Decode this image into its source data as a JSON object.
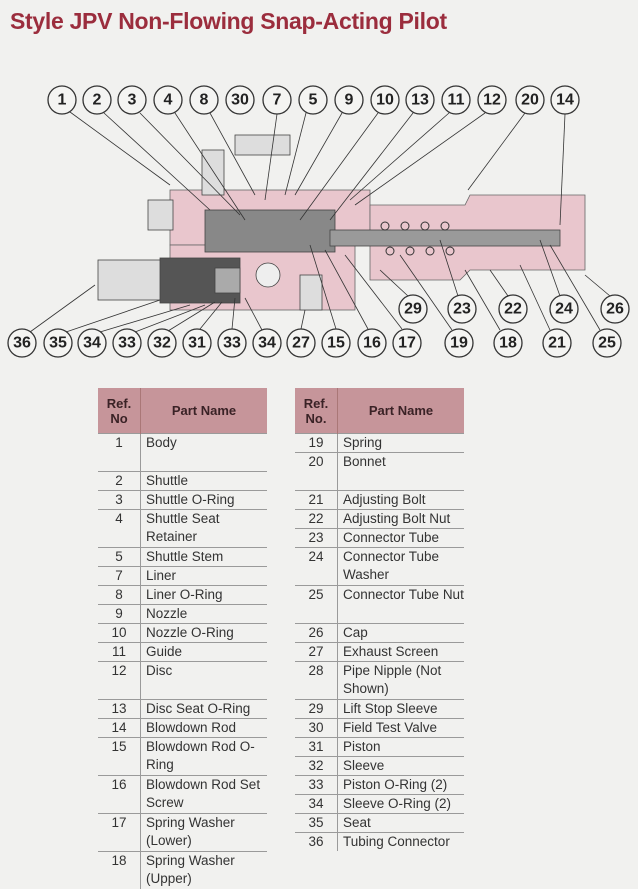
{
  "title": "Style JPV Non-Flowing Snap-Acting Pilot",
  "diagram": {
    "top_callouts": [
      "1",
      "2",
      "3",
      "4",
      "8",
      "30",
      "7",
      "5",
      "9",
      "10",
      "13",
      "11",
      "12",
      "20",
      "14"
    ],
    "middle_callouts": [
      "29",
      "23",
      "22",
      "24",
      "26"
    ],
    "bottom_callouts": [
      "36",
      "35",
      "34",
      "33",
      "32",
      "31",
      "33",
      "34",
      "27",
      "15",
      "16",
      "17",
      "19",
      "18",
      "21",
      "25"
    ]
  },
  "tables": {
    "header_ref_left": "Ref. No",
    "header_ref_right": "Ref. No.",
    "header_name": "Part Name",
    "left": [
      {
        "ref": "1",
        "name": "Body",
        "tall": true
      },
      {
        "ref": "2",
        "name": "Shuttle"
      },
      {
        "ref": "3",
        "name": "Shuttle O-Ring"
      },
      {
        "ref": "4",
        "name": "Shuttle Seat Retainer",
        "tall": true
      },
      {
        "ref": "5",
        "name": "Shuttle Stem"
      },
      {
        "ref": "7",
        "name": "Liner"
      },
      {
        "ref": "8",
        "name": "Liner O-Ring"
      },
      {
        "ref": "9",
        "name": "Nozzle"
      },
      {
        "ref": "10",
        "name": "Nozzle O-Ring"
      },
      {
        "ref": "11",
        "name": "Guide"
      },
      {
        "ref": "12",
        "name": "Disc",
        "tall": true
      },
      {
        "ref": "13",
        "name": "Disc Seat O-Ring"
      },
      {
        "ref": "14",
        "name": "Blowdown Rod"
      },
      {
        "ref": "15",
        "name": "Blowdown Rod O-Ring",
        "tall": true
      },
      {
        "ref": "16",
        "name": "Blowdown Rod Set Screw",
        "tall": true
      },
      {
        "ref": "17",
        "name": "Spring Washer (Lower)",
        "tall": true
      },
      {
        "ref": "18",
        "name": "Spring Washer (Upper)",
        "tall": true
      }
    ],
    "right": [
      {
        "ref": "19",
        "name": "Spring"
      },
      {
        "ref": "20",
        "name": "Bonnet",
        "tall": true
      },
      {
        "ref": "21",
        "name": "Adjusting Bolt"
      },
      {
        "ref": "22",
        "name": "Adjusting Bolt Nut"
      },
      {
        "ref": "23",
        "name": "Connector Tube"
      },
      {
        "ref": "24",
        "name": "Connector Tube Washer",
        "tall": true
      },
      {
        "ref": "25",
        "name": "Connector Tube Nut",
        "tall": true
      },
      {
        "ref": "26",
        "name": "Cap"
      },
      {
        "ref": "27",
        "name": "Exhaust Screen"
      },
      {
        "ref": "28",
        "name": "Pipe Nipple (Not Shown)",
        "tall": true
      },
      {
        "ref": "29",
        "name": "Lift Stop Sleeve"
      },
      {
        "ref": "30",
        "name": "Field Test Valve"
      },
      {
        "ref": "31",
        "name": "Piston"
      },
      {
        "ref": "32",
        "name": "Sleeve"
      },
      {
        "ref": "33",
        "name": "Piston O-Ring (2)"
      },
      {
        "ref": "34",
        "name": "Sleeve O-Ring (2)"
      },
      {
        "ref": "35",
        "name": "Seat"
      },
      {
        "ref": "36",
        "name": "Tubing Connector"
      }
    ]
  },
  "colors": {
    "title": "#9b2d3d",
    "header": "#c6959a",
    "body_pink": "#e9c6cd",
    "metal": "#8d8d8d"
  }
}
